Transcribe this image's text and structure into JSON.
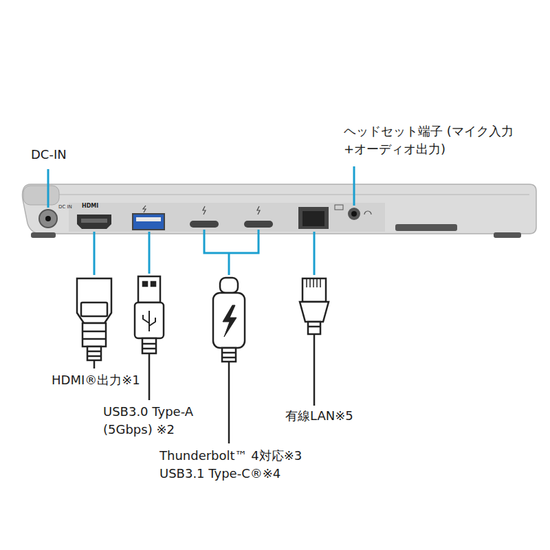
{
  "diagram": {
    "labels": [
      "DC-IN",
      "ヘッドセット端子 (マイク入力+オーディオ出力)",
      "HDMI®出力※1",
      "USB3.0 Type-A (5Gbps) ※2",
      "Thunderbolt™ 4対応※3 USB3.1 Type-C®※4",
      "有線LAN※5",
      "DC IN",
      "HDMI"
    ]
  }
}
